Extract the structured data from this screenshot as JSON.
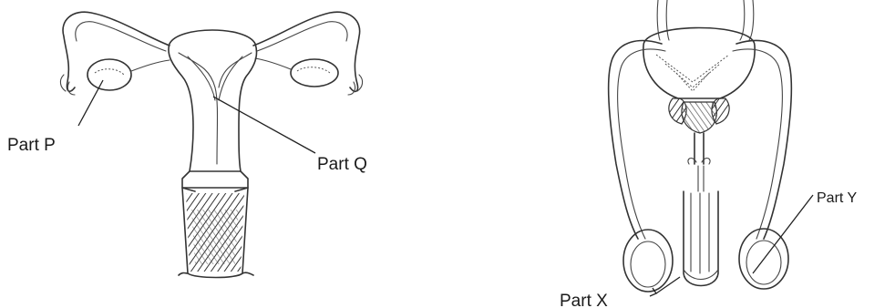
{
  "diagram": {
    "female": {
      "label_p": "Part P",
      "label_q": "Part Q"
    },
    "male": {
      "label_x": "Part X",
      "label_y": "Part Y"
    }
  }
}
